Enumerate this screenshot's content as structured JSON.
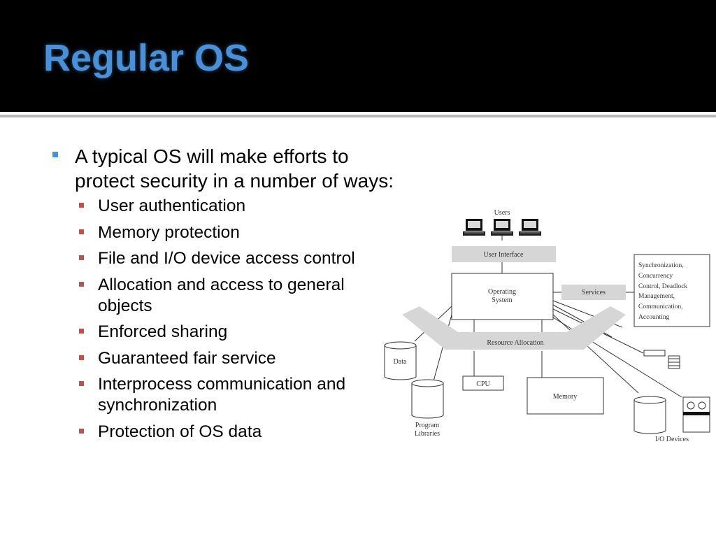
{
  "slide": {
    "title": "Regular OS",
    "accent_color": "#4a90d9",
    "sub_bullet_color": "#c0504d",
    "main_bullet": "A typical OS will make efforts to protect security in a number of ways:",
    "sub_bullets": [
      "User authentication",
      "Memory protection",
      "File and I/O device access control",
      "Allocation and access to general objects",
      "Enforced sharing",
      "Guaranteed fair service",
      "Interprocess communication and synchronization",
      "Protection of OS data"
    ]
  },
  "diagram": {
    "users_label": "Users",
    "user_interface_label": "User Interface",
    "os_label_line1": "Operating",
    "os_label_line2": "System",
    "services_label": "Services",
    "services_box_lines": [
      "Synchronization,",
      "Concurrency",
      "Control, Deadlock",
      "Management,",
      "Communication,",
      "Accounting"
    ],
    "resource_allocation_label": "Resource Allocation",
    "data_label": "Data",
    "program_libraries_line1": "Program",
    "program_libraries_line2": "Libraries",
    "cpu_label": "CPU",
    "memory_label": "Memory",
    "io_devices_label": "I/O  Devices"
  }
}
